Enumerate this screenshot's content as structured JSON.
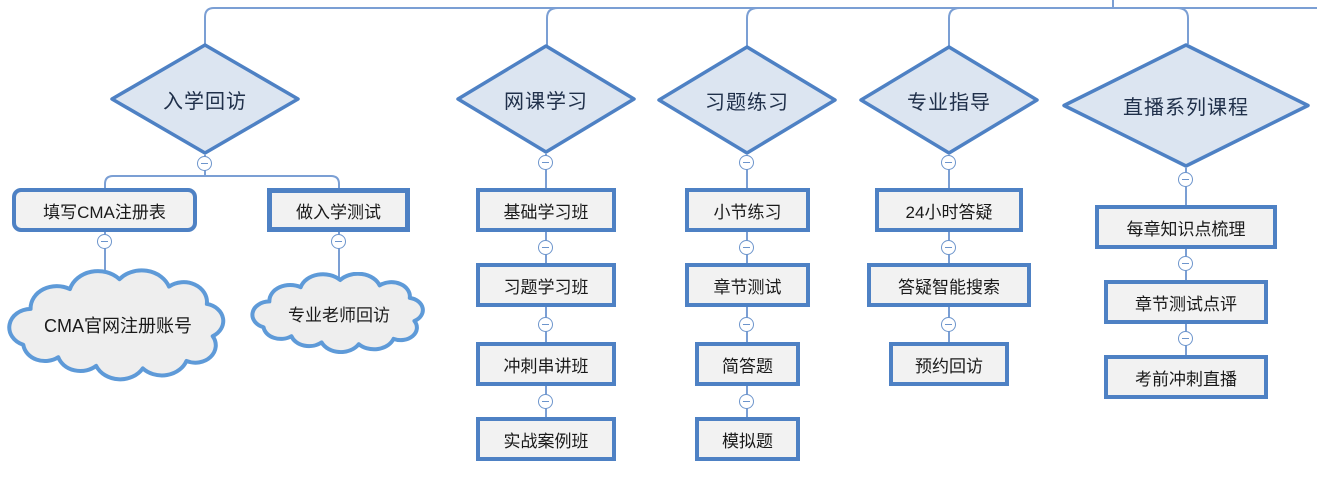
{
  "diagram": {
    "branches": [
      {
        "label": "入学回访",
        "children": [
          {
            "label": "填写CMA注册表",
            "note": "CMA官网注册账号"
          },
          {
            "label": "做入学测试",
            "note": "专业老师回访"
          }
        ]
      },
      {
        "label": "网课学习",
        "children": [
          {
            "label": "基础学习班"
          },
          {
            "label": "习题学习班"
          },
          {
            "label": "冲刺串讲班"
          },
          {
            "label": "实战案例班"
          }
        ]
      },
      {
        "label": "习题练习",
        "children": [
          {
            "label": "小节练习"
          },
          {
            "label": "章节测试"
          },
          {
            "label": "简答题"
          },
          {
            "label": "模拟题"
          }
        ]
      },
      {
        "label": "专业指导",
        "children": [
          {
            "label": "24小时答疑"
          },
          {
            "label": "答疑智能搜索"
          },
          {
            "label": "预约回访"
          }
        ]
      },
      {
        "label": "直播系列课程",
        "children": [
          {
            "label": "每章知识点梳理"
          },
          {
            "label": "章节测试点评"
          },
          {
            "label": "考前冲刺直播"
          }
        ]
      }
    ],
    "icons": {
      "collapse": "minus-circle"
    },
    "colors": {
      "node_border": "#4e81c4",
      "diamond_fill": "#dce5f1",
      "rect_fill": "#f2f2f2",
      "cloud_fill": "#eeeeee",
      "cloud_border": "#5e9ad8",
      "connector": "#7b9fd4"
    }
  }
}
